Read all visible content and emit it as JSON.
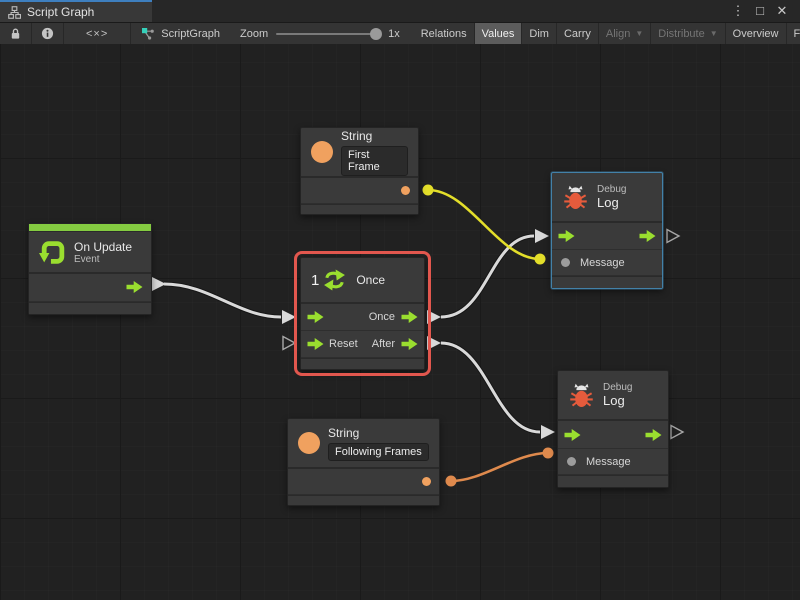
{
  "window": {
    "tab_title": "Script Graph"
  },
  "icons": {
    "menu": "⋮",
    "maximize": "□",
    "close": "✕",
    "code": "<×>",
    "dropdown": "▼"
  },
  "toolbar": {
    "graph_name": "ScriptGraph",
    "zoom_label": "Zoom",
    "zoom_value": "1x",
    "buttons": [
      {
        "label": "Relations",
        "state": "normal"
      },
      {
        "label": "Values",
        "state": "active"
      },
      {
        "label": "Dim",
        "state": "normal"
      },
      {
        "label": "Carry",
        "state": "normal"
      },
      {
        "label": "Align",
        "state": "disabled",
        "dropdown": true
      },
      {
        "label": "Distribute",
        "state": "disabled",
        "dropdown": true
      },
      {
        "label": "Overview",
        "state": "normal"
      },
      {
        "label": "Full Screen",
        "state": "normal"
      }
    ]
  },
  "nodes": {
    "string_first": {
      "type_label": "String",
      "value": "First Frame"
    },
    "debug_top": {
      "category": "Debug",
      "title": "Log",
      "input_label": "Message"
    },
    "on_update": {
      "title": "On Update",
      "subtitle": "Event"
    },
    "once": {
      "badge": "1",
      "title": "Once",
      "out_top_label": "Once",
      "in_bottom_label": "Reset",
      "out_bottom_label": "After"
    },
    "string_following": {
      "type_label": "String",
      "value": "Following Frames"
    },
    "debug_bottom": {
      "category": "Debug",
      "title": "Log",
      "input_label": "Message"
    }
  },
  "colors": {
    "accent_blue": "#3e7fbf",
    "selection_red": "#e2574e",
    "focus_outline": "#4381a8",
    "port_green": "#9ade2f",
    "event_green": "#84cb41",
    "node_orange": "#f0a15f",
    "bug_red": "#e55b3c",
    "flow_wire": "#d9d9d9",
    "string_wire_yellow": "#e3de2a",
    "string_wire_orange": "#df8a4d"
  }
}
